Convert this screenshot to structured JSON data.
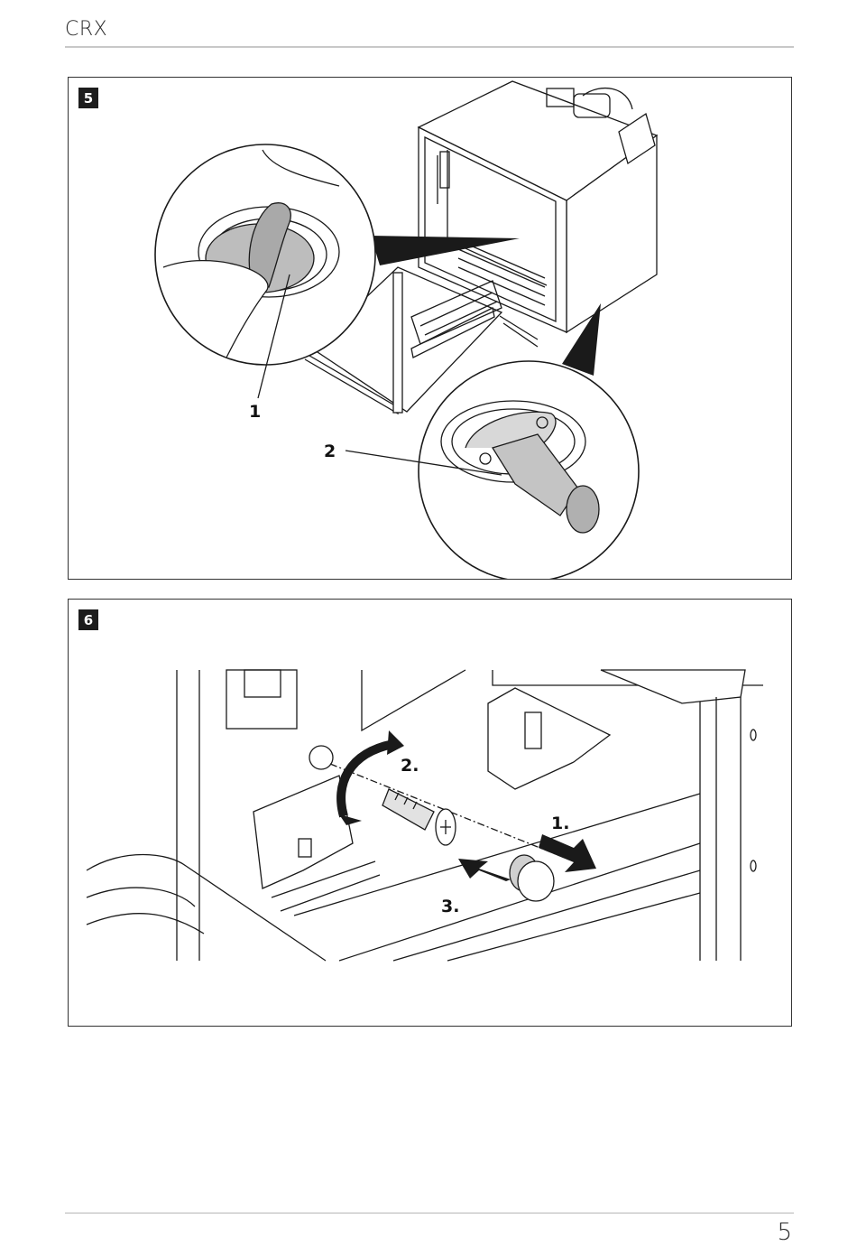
{
  "header": {
    "title": "CRX"
  },
  "footer": {
    "page_number": "5"
  },
  "figures": [
    {
      "number": "5",
      "callouts": [
        "1",
        "2"
      ]
    },
    {
      "number": "6",
      "steps": [
        "1.",
        "2.",
        "3."
      ]
    }
  ]
}
